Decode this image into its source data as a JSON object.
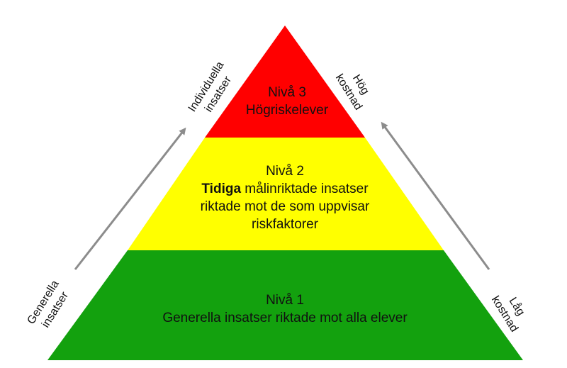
{
  "colors": {
    "level1": "#13a10e",
    "level2": "#ffff00",
    "level3": "#ff0000",
    "arrow": "#8c8c8c"
  },
  "levels": {
    "level3": {
      "title": "Nivå 3",
      "line1": "Högriskelever"
    },
    "level2": {
      "title": "Nivå 2",
      "line1_bold": "Tidiga",
      "line1_rest": " målinriktade insatser",
      "line2": "riktade mot de som uppvisar",
      "line3": "riskfaktorer"
    },
    "level1": {
      "title": "Nivå 1",
      "line1": "Generella insatser riktade mot alla elever"
    }
  },
  "left_axis": {
    "top_line1": "Individuella",
    "top_line2": "insatser",
    "bottom_line1": "Generella",
    "bottom_line2": "insatser"
  },
  "right_axis": {
    "top_line1": "Hög",
    "top_line2": "kostnad",
    "bottom_line1": "Låg",
    "bottom_line2": "kostnad"
  }
}
